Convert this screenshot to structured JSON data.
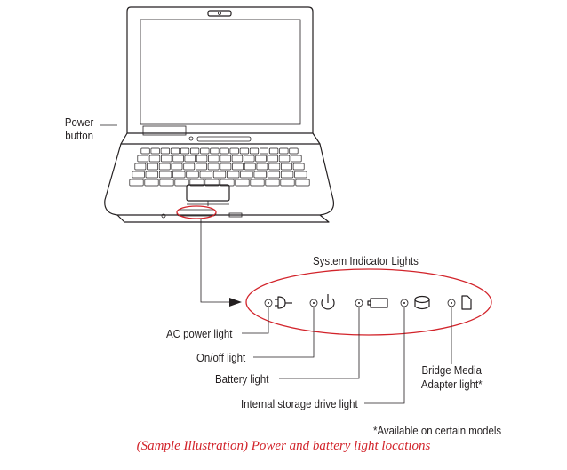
{
  "labels": {
    "power_button": "Power\nbutton",
    "system_indicator": "System Indicator Lights",
    "ac_power": "AC power light",
    "on_off": "On/off light",
    "battery": "Battery light",
    "storage": "Internal storage drive light",
    "bridge_media": "Bridge Media\nAdapter light*",
    "footnote": "*Available on certain models"
  },
  "caption": "(Sample Illustration) Power and battery light locations",
  "icons": [
    "ac-power-plug-icon",
    "power-symbol-icon",
    "battery-icon",
    "storage-drive-icon",
    "memory-card-icon"
  ],
  "colors": {
    "line": "#231f20",
    "highlight": "#d2232a"
  }
}
